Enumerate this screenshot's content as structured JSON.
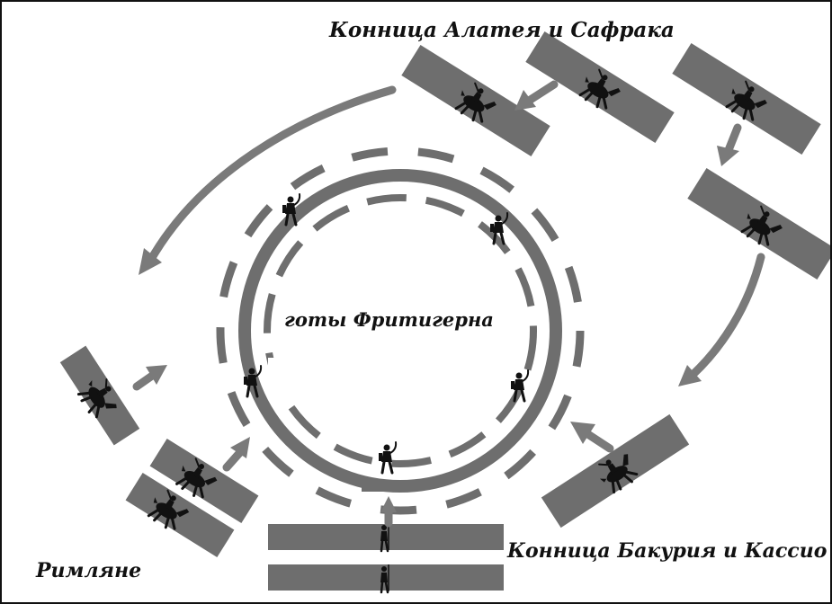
{
  "labels": {
    "cavalry_alatheus_saphrax": "Конница Алатея и Сафрака",
    "goths_fritigern": "готы Фритигерна",
    "cavalry_bacurius_cassio": "Конница Бакурия и Кассио",
    "romans": "Римляне"
  },
  "colors": {
    "unit_fill": "#6e6e6e",
    "ring": "#6e6e6e",
    "arrow": "#7a7a7a",
    "figure": "#111111",
    "text": "#111111",
    "border": "#111111"
  },
  "icons": {
    "cavalry": "cavalry-rider-icon",
    "infantry": "foot-soldier-icon"
  }
}
